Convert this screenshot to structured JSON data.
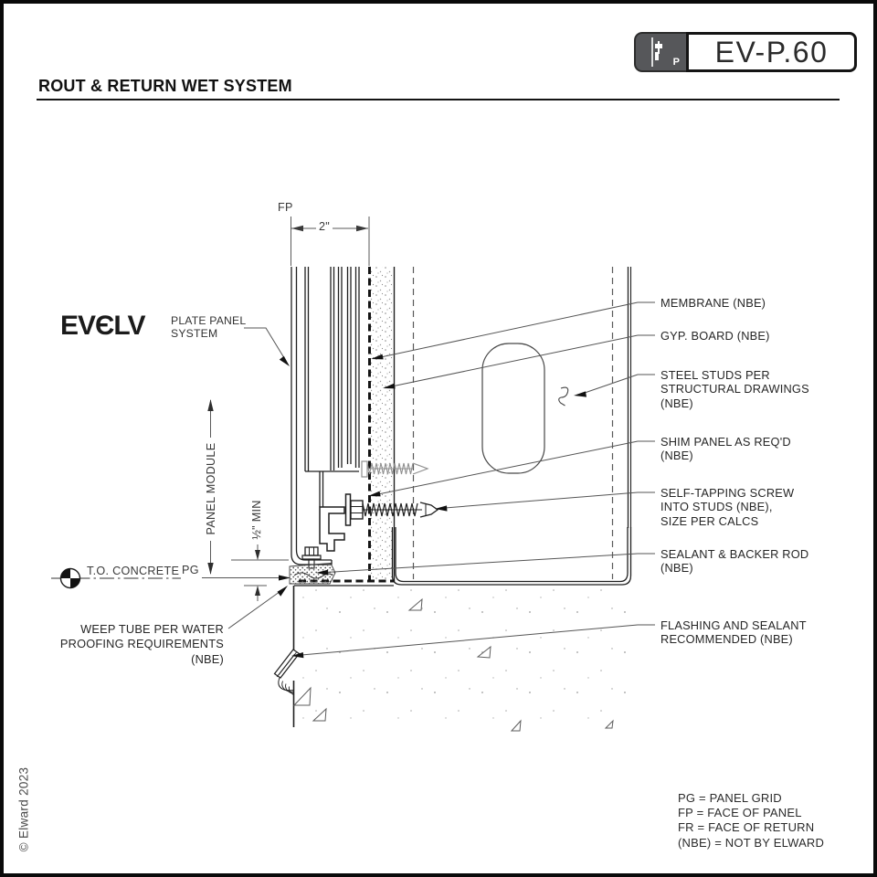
{
  "colors": {
    "line": "#1f1f1f",
    "leader": "#555555",
    "hidden_dash": "#5a5a5a",
    "beyond_gray": "#909090",
    "title_box_gray": "#56575a",
    "stipple": "#8a8a8a"
  },
  "title_block": {
    "code": "EV-P.60",
    "icon_letter": "P"
  },
  "heading": "ROUT & RETURN WET SYSTEM",
  "logo": {
    "brand": "EVЄLV",
    "tagline": "PLATE PANEL\nSYSTEM"
  },
  "dimensions": {
    "fp": "FP",
    "width": "2\"",
    "panel_module": "PANEL MODULE",
    "half_min": "½\" MIN",
    "pg": "PG",
    "datum": "T.O. CONCRETE"
  },
  "callouts": {
    "membrane": "MEMBRANE (NBE)",
    "gyp_board": "GYP. BOARD (NBE)",
    "steel_studs": "STEEL STUDS PER\nSTRUCTURAL DRAWINGS\n(NBE)",
    "shim": "SHIM PANEL AS REQ'D\n(NBE)",
    "screw": "SELF-TAPPING SCREW\nINTO STUDS (NBE),\nSIZE PER CALCS",
    "sealant": "SEALANT & BACKER ROD\n(NBE)",
    "flashing": "FLASHING AND SEALANT\nRECOMMENDED (NBE)",
    "weep": "WEEP TUBE PER WATER\nPROOFING REQUIREMENTS\n(NBE)"
  },
  "legend": [
    "PG = PANEL GRID",
    "FP = FACE OF PANEL",
    "FR = FACE OF RETURN",
    "(NBE) = NOT BY ELWARD"
  ],
  "copyright": "© Elward 2023"
}
